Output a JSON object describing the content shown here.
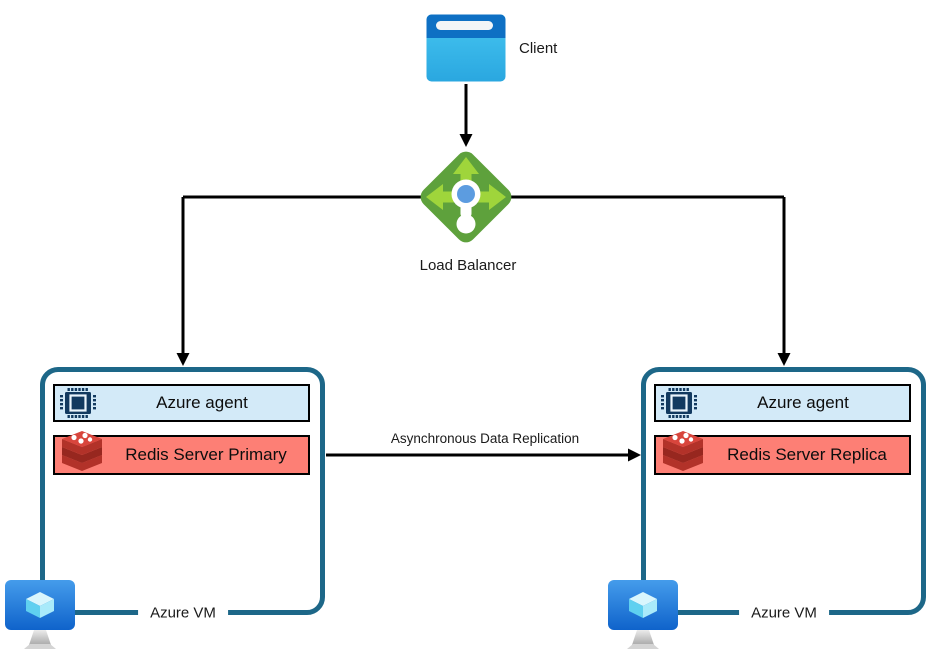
{
  "client": {
    "label": "Client"
  },
  "load_balancer": {
    "label": "Load Balancer"
  },
  "replication": {
    "label": "Asynchronous Data Replication"
  },
  "vms": {
    "left": {
      "agent": "Azure agent",
      "redis": "Redis Server Primary",
      "name": "Azure VM"
    },
    "right": {
      "agent": "Azure agent",
      "redis": "Redis Server Replica",
      "name": "Azure VM"
    }
  },
  "colors": {
    "connector": "#000000",
    "text": "#1a1a1a",
    "box_border": "#1d6788",
    "bar_border": "#000000",
    "agent_bg": "#d3eaf8",
    "redis_bg": "#fd7f75",
    "lb_green": "#5ea13c",
    "lb_arrow_green": "#9fd53b",
    "lb_dot_blue": "#5c9ce0",
    "client_header": "#0e70c4",
    "client_body": "#35b9ea",
    "cpu_navy": "#123a60",
    "redis_top": "#d8453c",
    "redis_mid": "#b23229",
    "redis_dark": "#97271f",
    "vm_screen_blue": "#1f75d8"
  }
}
